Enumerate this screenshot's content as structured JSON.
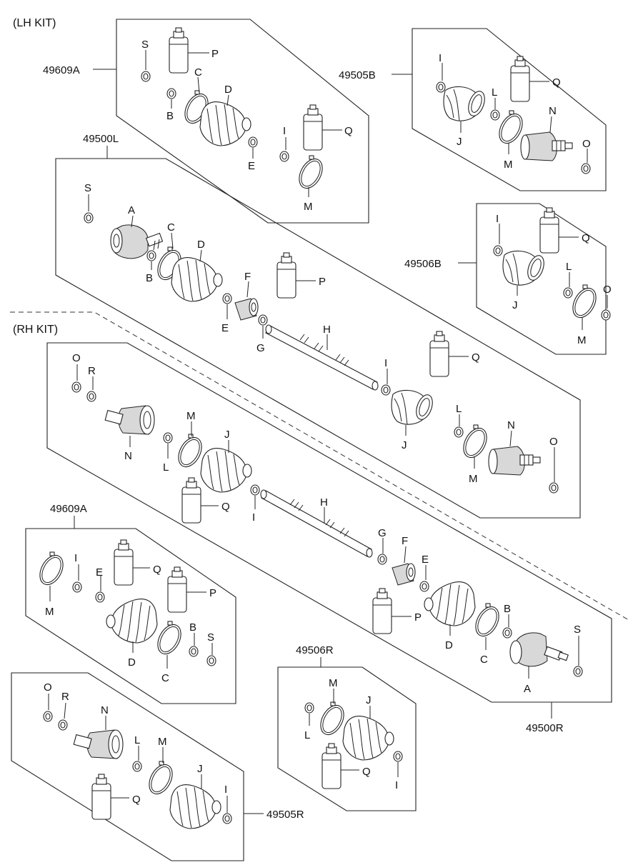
{
  "kits": {
    "lh": "(LH KIT)",
    "rh": "(RH KIT)"
  },
  "assemblies": {
    "lh_boot_kit": "49609A",
    "lh_inner_kit": "49505B",
    "lh_shaft": "49500L",
    "lh_outer_kit": "49506B",
    "rh_boot_kit": "49609A",
    "rh_outer_kit": "49506R",
    "rh_shaft": "49500R",
    "rh_inner_kit": "49505R"
  },
  "callouts": {
    "a": "A",
    "b": "B",
    "c": "C",
    "d": "D",
    "e": "E",
    "f": "F",
    "g": "G",
    "h": "H",
    "i": "I",
    "j": "J",
    "l": "L",
    "m": "M",
    "n": "N",
    "o": "O",
    "p": "P",
    "q": "Q",
    "r": "R",
    "s": "S"
  }
}
